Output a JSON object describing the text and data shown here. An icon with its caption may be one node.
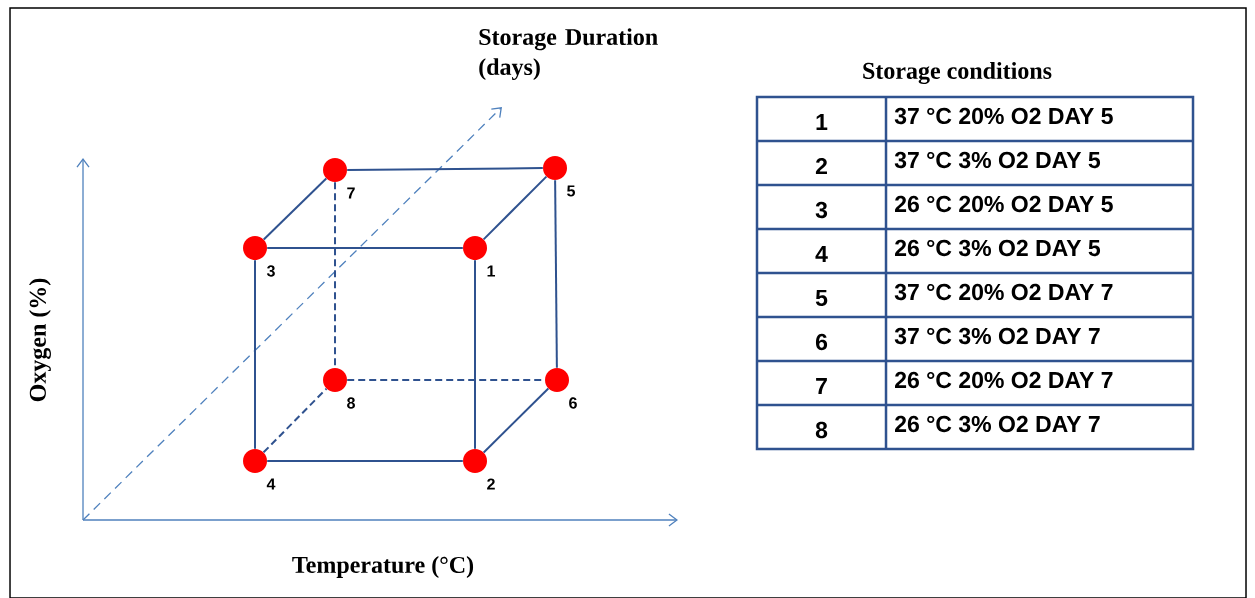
{
  "diagram": {
    "nodes": [
      {
        "text": [],
        "shape": "circle",
        "beside": [
          "7"
        ]
      },
      {
        "text": [],
        "shape": "circle",
        "beside": [
          "5"
        ]
      },
      {
        "text": [],
        "shape": "circle",
        "beside": [
          "3"
        ]
      },
      {
        "text": [],
        "shape": "circle",
        "beside": [
          "1"
        ]
      },
      {
        "text": [],
        "shape": "circle",
        "beside": [
          "8"
        ]
      },
      {
        "text": [],
        "shape": "circle",
        "beside": [
          "6"
        ]
      },
      {
        "text": [],
        "shape": "circle",
        "beside": [
          "4"
        ]
      },
      {
        "text": [],
        "shape": "circle",
        "beside": [
          "2"
        ]
      }
    ],
    "edges": [
      {
        "from": 0,
        "to": 1,
        "arrow": "none"
      },
      {
        "from": 2,
        "to": 0,
        "arrow": "none"
      },
      {
        "from": 3,
        "to": 1,
        "arrow": "none"
      },
      {
        "from": 2,
        "to": 3,
        "arrow": "none"
      },
      {
        "from": 0,
        "to": 4,
        "arrow": "none",
        "style": "dashed"
      },
      {
        "from": 1,
        "to": 5,
        "arrow": "none"
      },
      {
        "from": 2,
        "to": 6,
        "arrow": "none"
      },
      {
        "from": 3,
        "to": 7,
        "arrow": "none"
      },
      {
        "from": 4,
        "to": 5,
        "arrow": "none",
        "style": "dashed"
      },
      {
        "from": 6,
        "to": 4,
        "arrow": "none",
        "style": "dashed"
      },
      {
        "from": 6,
        "to": 7,
        "arrow": "none"
      },
      {
        "from": 7,
        "to": 5,
        "arrow": "none"
      }
    ],
    "labels": [
      "Storage Duration (days)",
      "Storage conditions",
      "Oxygen (%)",
      "Temperature (°C)",
      "1",
      "37 °C 20% O2 DAY 5",
      "2",
      "37 °C 3% O2 DAY 5",
      "3",
      "26 °C 20% O2 DAY 5",
      "4",
      "26 °C 3% O2 DAY 5",
      "5",
      "37 °C 20% O2 DAY 7",
      "6",
      "37 °C 3% O2 DAY 7",
      "7",
      "26 °C 20% O2 DAY 7",
      "8",
      "26 °C 3% O2 DAY 7"
    ]
  }
}
